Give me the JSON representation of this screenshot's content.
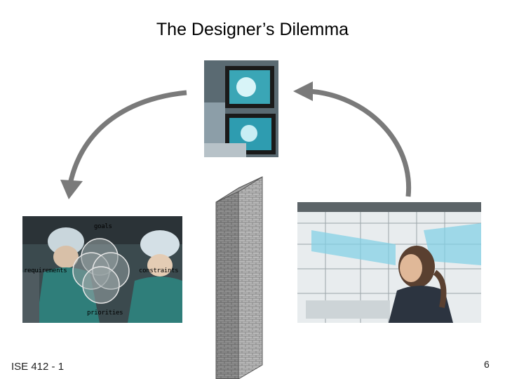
{
  "slide": {
    "title": "The Designer’s Dilemma",
    "course": "ISE 412 - 1",
    "page_number": "6"
  },
  "venn": {
    "goals": "goals",
    "requirements": "requirements",
    "constraints": "constraints",
    "priorities": "priorities"
  },
  "colors": {
    "arrow": "#7a7a7a",
    "wall_front": "#8f8f8f",
    "wall_side": "#b8b8b8",
    "scrubs": "#2f7e7a",
    "blueprint": "#7fd0e6"
  }
}
